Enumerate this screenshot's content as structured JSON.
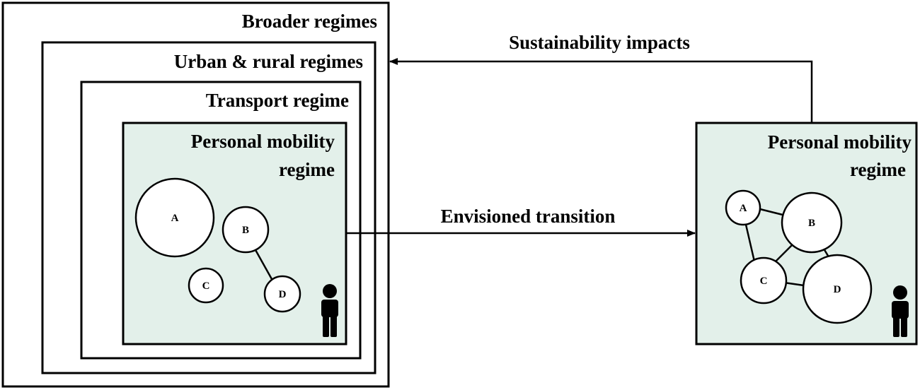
{
  "colors": {
    "regime_fill": "#e3f0ea",
    "line": "#000000",
    "background": "#ffffff"
  },
  "left_panel": {
    "broader_label": "Broader regimes",
    "urban_rural_label": "Urban & rural regimes",
    "transport_label": "Transport regime",
    "personal_mobility_line1": "Personal mobility",
    "personal_mobility_line2": "regime",
    "nodes": {
      "a": "A",
      "b": "B",
      "c": "C",
      "d": "D"
    },
    "person_icon": "person-icon"
  },
  "right_panel": {
    "personal_mobility_line1": "Personal mobility",
    "personal_mobility_line2": "regime",
    "nodes": {
      "a": "A",
      "b": "B",
      "c": "C",
      "d": "D"
    },
    "person_icon": "person-icon"
  },
  "arrows": {
    "envisioned_transition": "Envisioned transition",
    "sustainability_impacts": "Sustainability impacts"
  }
}
